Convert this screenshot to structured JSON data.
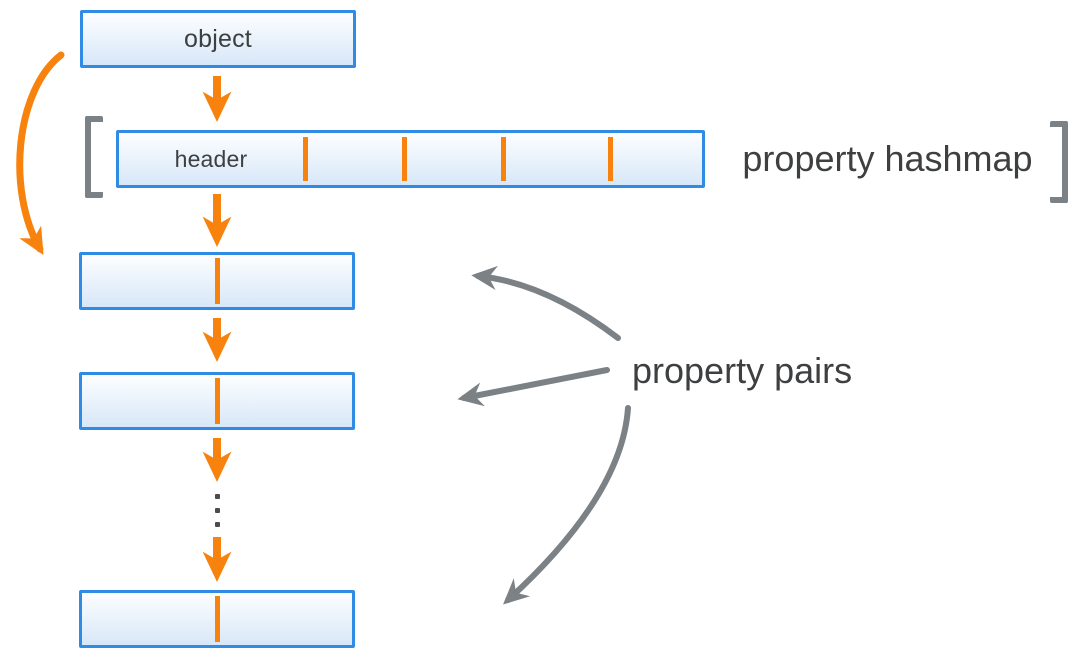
{
  "diagram": {
    "object_box": {
      "label": "object"
    },
    "hashmap": {
      "header_label": "header",
      "label": "property hashmap",
      "divider_count": 4,
      "cell_count": 5
    },
    "pairs": {
      "label": "property pairs",
      "box_count": 3,
      "arrow_count": 3
    },
    "colors": {
      "accent_orange": "#F7820E",
      "box_border_blue": "#2F8BE4",
      "box_fill_top": "#FDFEFF",
      "box_fill_bottom": "#D7E7F8",
      "gray": "#7B8185",
      "text": "#3D3F40"
    }
  }
}
